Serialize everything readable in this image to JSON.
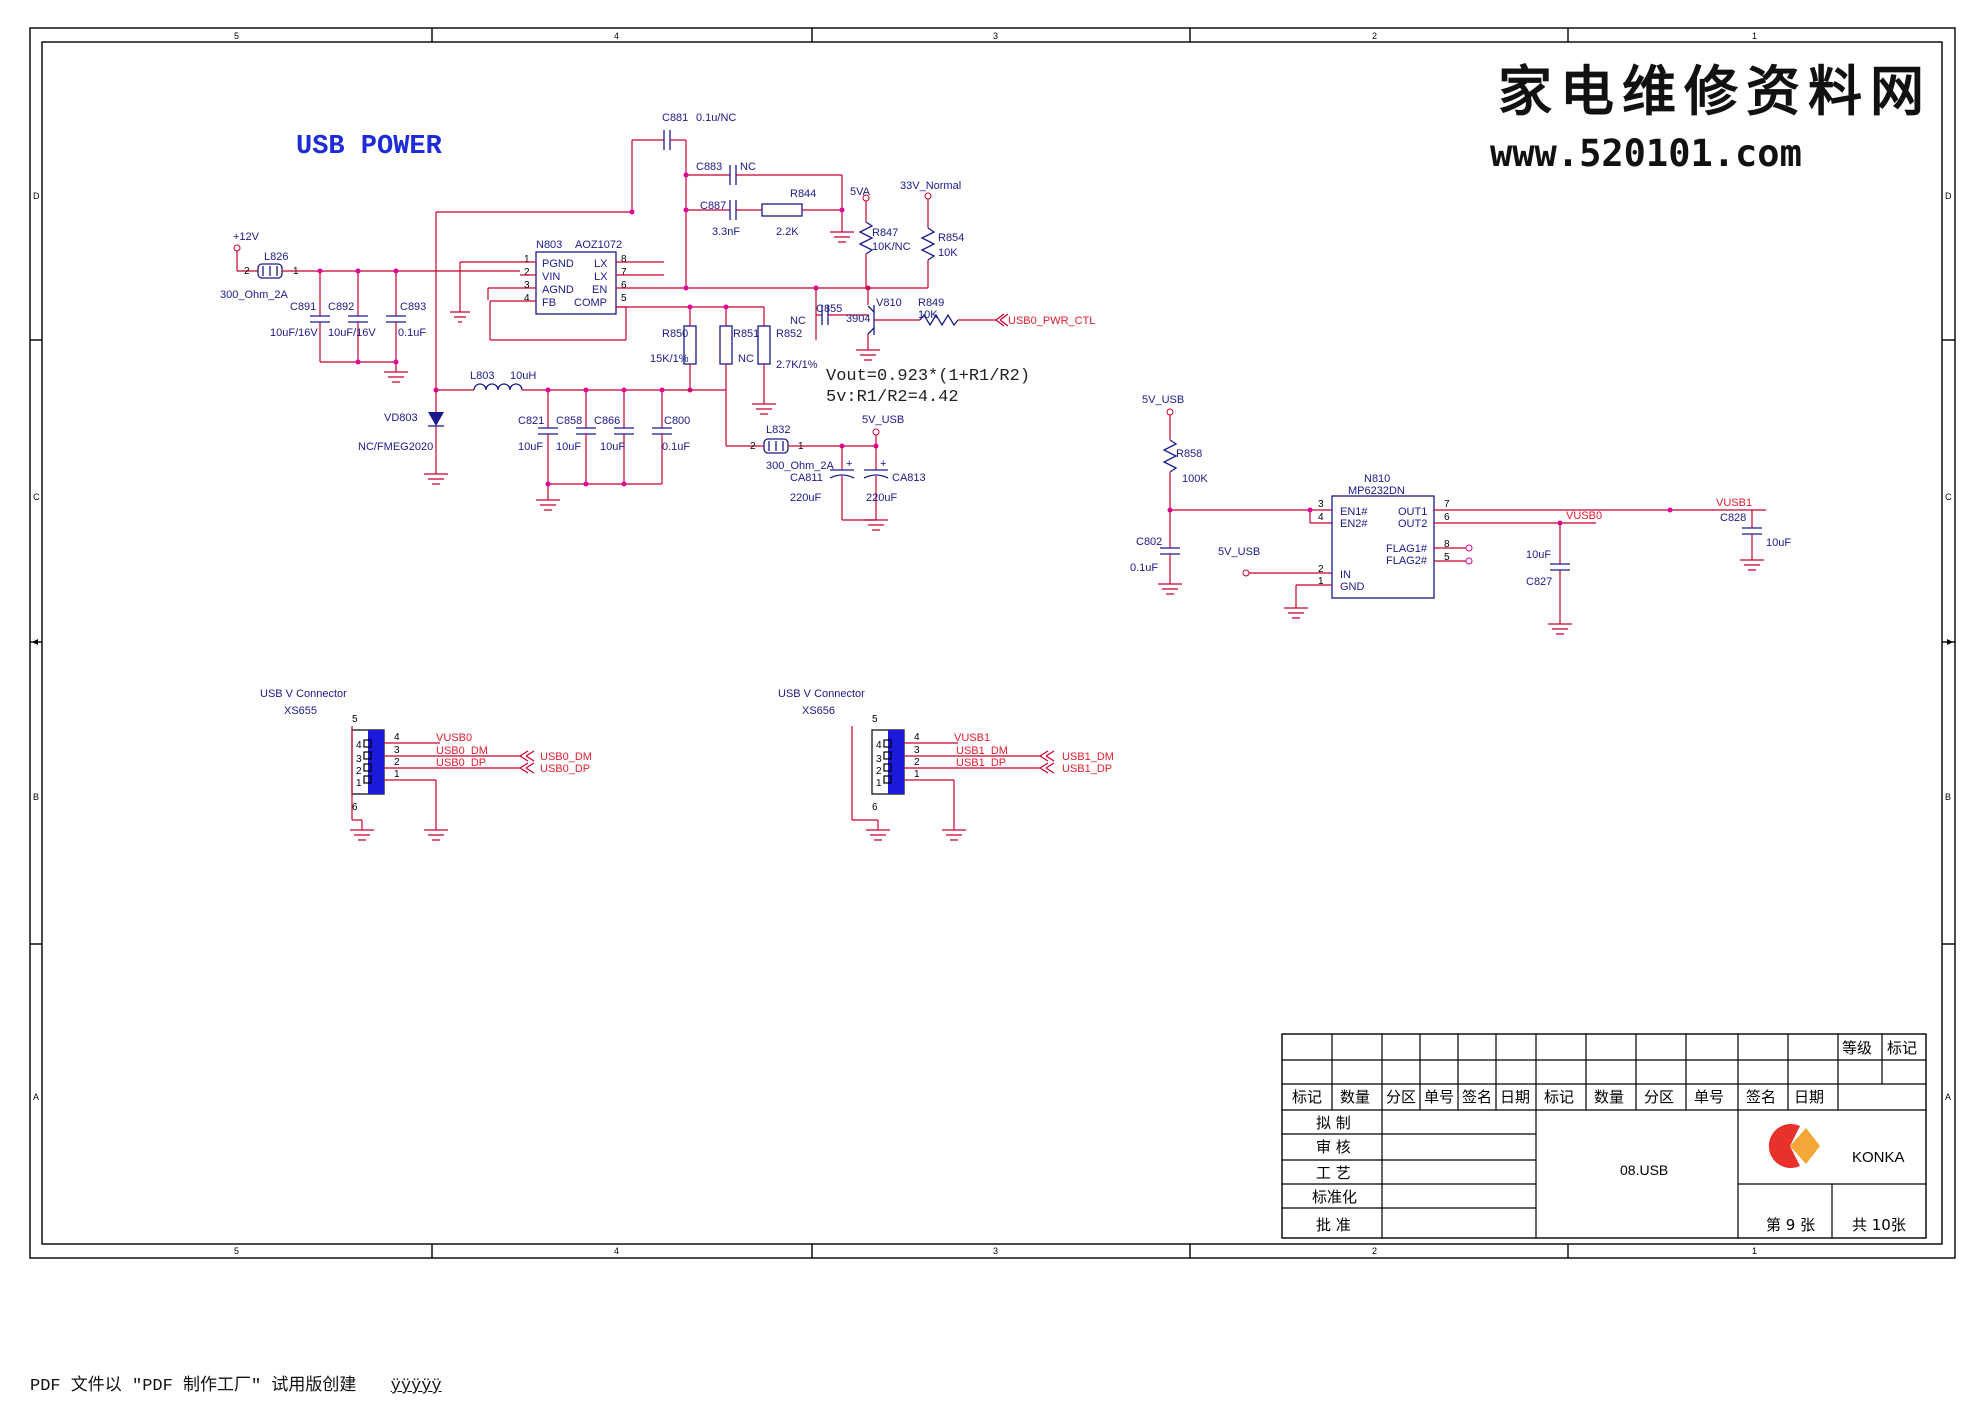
{
  "header": {
    "title": "USB POWER",
    "watermark_cn": "家电维修资料网",
    "watermark_url": "www.520101.com"
  },
  "zones": {
    "cols": [
      "5",
      "4",
      "3",
      "2",
      "1"
    ],
    "rows": [
      "D",
      "C",
      "B",
      "A"
    ]
  },
  "labels": {
    "p12v": "+12V",
    "l826": "L826",
    "l826_val": "300_Ohm_2A",
    "c891": "C891",
    "c891_val": "10uF/16V",
    "c892": "C892",
    "c892_val": "10uF/16V",
    "c893": "C893",
    "c893_val": "0.1uF",
    "n803": "N803",
    "n803_part": "AOZ1072",
    "c881": "C881",
    "c881_val": "0.1u/NC",
    "c883": "C883",
    "c883_val": "NC",
    "c887": "C887",
    "c887_val": "3.3nF",
    "r844": "R844",
    "r844_val": "2.2K",
    "fiveva": "5VA",
    "v33": "33V_Normal",
    "r847": "R847",
    "r847_val": "10K/NC",
    "r854": "R854",
    "r854_val": "10K",
    "c855": "C855",
    "c855_val": "NC",
    "v810": "V810",
    "v810_val": "3904",
    "r849": "R849",
    "r849_val": "10K",
    "usb0_pwr_ctl": "USB0_PWR_CTL",
    "r850": "R850",
    "r850_val": "15K/1%",
    "r851": "R851",
    "r851_val": "NC",
    "r852": "R852",
    "r852_val": "2.7K/1%",
    "formula1": "Vout=0.923*(1+R1/R2)",
    "formula2": "5v:R1/R2=4.42",
    "l803": "L803",
    "l803_val": "10uH",
    "vd803": "VD803",
    "vd803_val": "NC/FMEG2020",
    "c821": "C821",
    "c821_val": "10uF",
    "c858": "C858",
    "c858_val": "10uF",
    "c866": "C866",
    "c866_val": "10uF",
    "c800": "C800",
    "c800_val": "0.1uF",
    "l832": "L832",
    "l832_val": "300_Ohm_2A",
    "v5usb": "5V_USB",
    "ca811": "CA811",
    "ca811_val": "220uF",
    "ca813": "CA813",
    "ca813_val": "220uF",
    "r858": "R858",
    "r858_val": "100K",
    "n810": "N810",
    "n810_part": "MP6232DN",
    "c802": "C802",
    "c802_val": "0.1uF",
    "vusb0": "VUSB0",
    "vusb1": "VUSB1",
    "c827": "C827",
    "c827_val": "10uF",
    "c828": "C828",
    "c828_val": "10uF",
    "conn_title": "USB V Connector",
    "xs655": "XS655",
    "xs656": "XS656",
    "usb0_dm": "USB0_DM",
    "usb0_dp": "USB0_DP",
    "usb1_dm": "USB1_DM",
    "usb1_dp": "USB1_DP"
  },
  "pins": {
    "n803_left": [
      "PGND",
      "VIN",
      "AGND",
      "FB"
    ],
    "n803_right": [
      "LX",
      "LX",
      "EN",
      "COMP"
    ],
    "n810_left": [
      "EN1#",
      "EN2#",
      "IN",
      "GND"
    ],
    "n810_right": [
      "OUT1",
      "OUT2",
      "FLAG1#",
      "FLAG2#"
    ]
  },
  "title_block": {
    "grade": "等级",
    "mark": "标记",
    "hdr": [
      "标记",
      "数量",
      "分区",
      "单号",
      "签名",
      "日期",
      "标记",
      "数量",
      "分区",
      "单号",
      "签名",
      "日期"
    ],
    "roles": [
      "拟 制",
      "审 核",
      "工 艺",
      "标准化",
      "批 准"
    ],
    "drawing": "08.USB",
    "company": "KONKA",
    "sheet": "第 9 张",
    "total": "共 10张"
  },
  "footer": {
    "note": "PDF 文件以 \"PDF 制作工厂\" 试用版创建",
    "link": "ÿÿÿÿÿ"
  },
  "colors": {
    "wire": "#c8002d",
    "junction": "#e0009a",
    "component": "#1a1a8a",
    "signal": "#e21c2c",
    "title": "#1d2bd9",
    "logo": "#e8312a"
  }
}
